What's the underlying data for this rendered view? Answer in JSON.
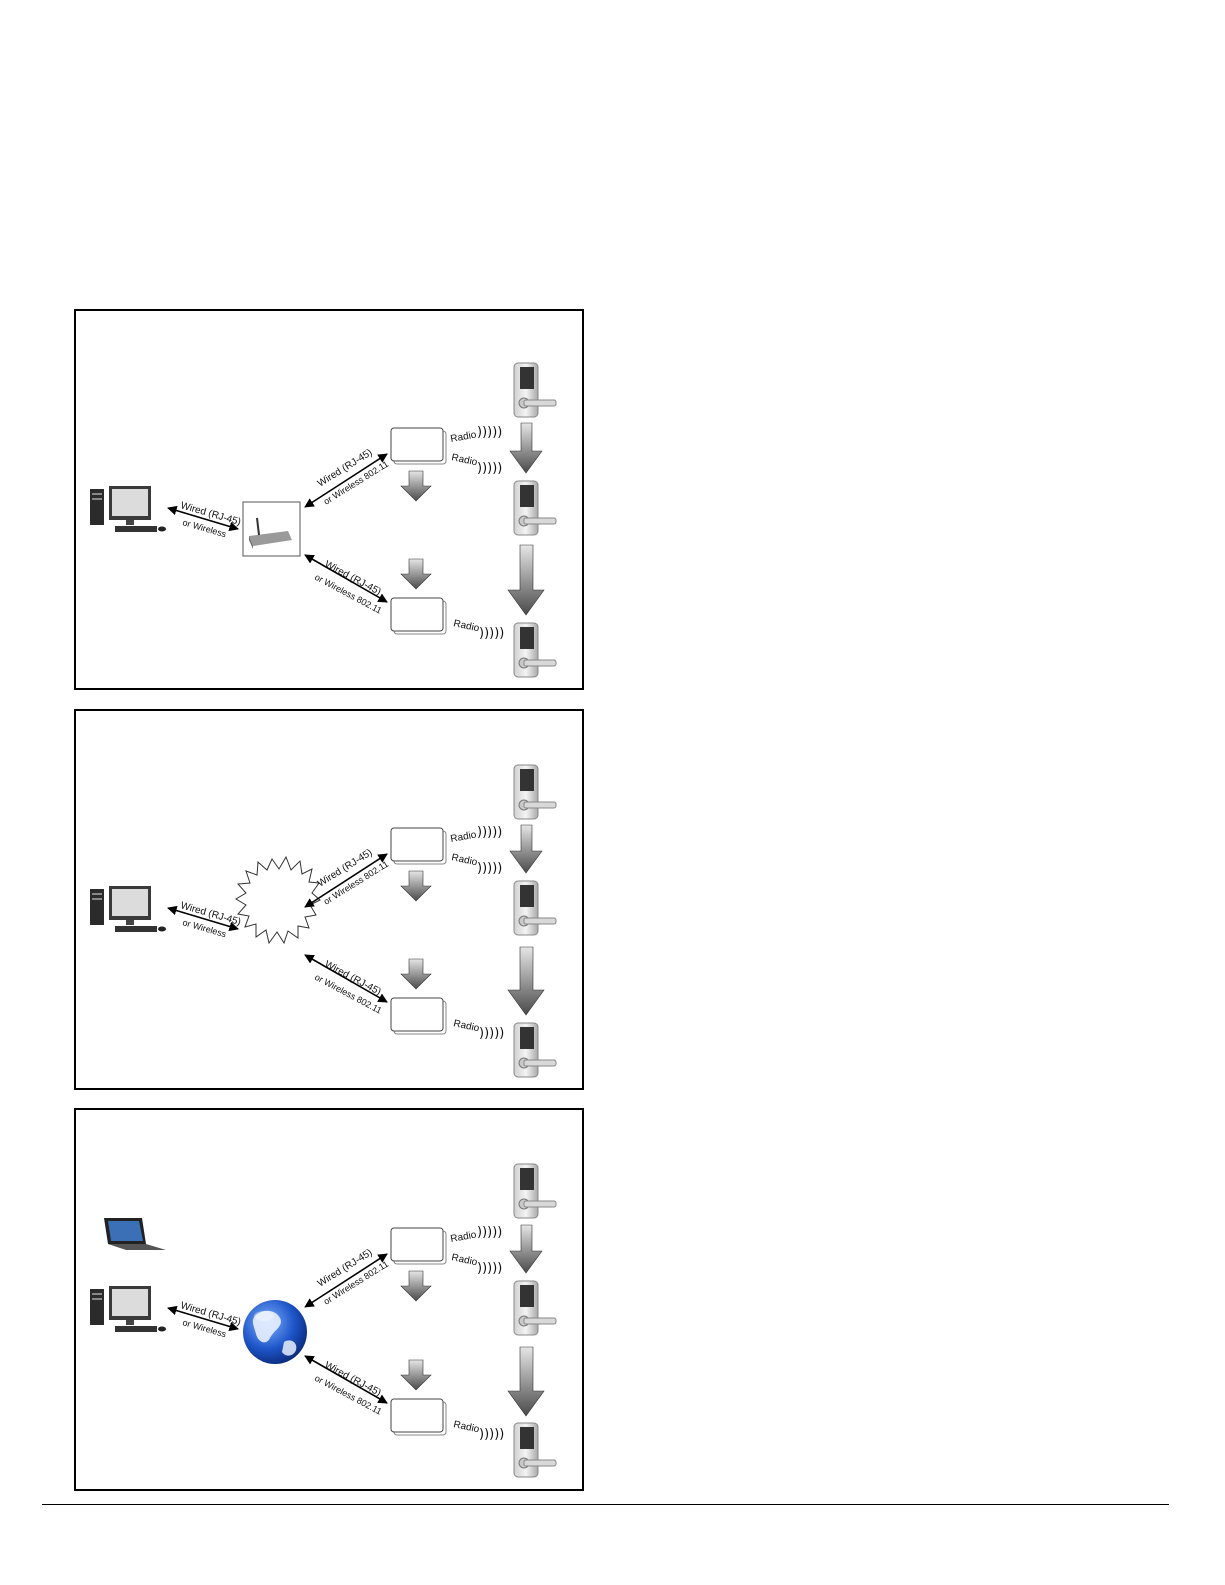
{
  "panels": [
    {
      "hub": "router-icon",
      "extra_laptop": false,
      "labels": {
        "pc_link_line1": "Wired (RJ-45)",
        "pc_link_line2": "or Wireless",
        "upper_link_line1": "Wired (RJ-45)",
        "upper_link_line2": "or Wireless 802.11",
        "lower_link_line1": "Wired (RJ-45)",
        "lower_link_line2": "or Wireless 802.11",
        "radio_1": "Radio",
        "radio_2": "Radio",
        "radio_3": "Radio"
      }
    },
    {
      "hub": "network-cloud-icon",
      "extra_laptop": false,
      "labels": {
        "pc_link_line1": "Wired (RJ-45)",
        "pc_link_line2": "or Wireless",
        "upper_link_line1": "Wired (RJ-45)",
        "upper_link_line2": "or Wireless 802.11",
        "lower_link_line1": "Wired (RJ-45)",
        "lower_link_line2": "or Wireless 802.11",
        "radio_1": "Radio",
        "radio_2": "Radio",
        "radio_3": "Radio"
      }
    },
    {
      "hub": "globe-icon",
      "extra_laptop": true,
      "labels": {
        "pc_link_line1": "Wired (RJ-45)",
        "pc_link_line2": "or Wireless",
        "upper_link_line1": "Wired (RJ-45)",
        "upper_link_line2": "or Wireless 802.11",
        "lower_link_line1": "Wired (RJ-45)",
        "lower_link_line2": "or Wireless 802.11",
        "radio_1": "Radio",
        "radio_2": "Radio",
        "radio_3": "Radio"
      }
    }
  ]
}
